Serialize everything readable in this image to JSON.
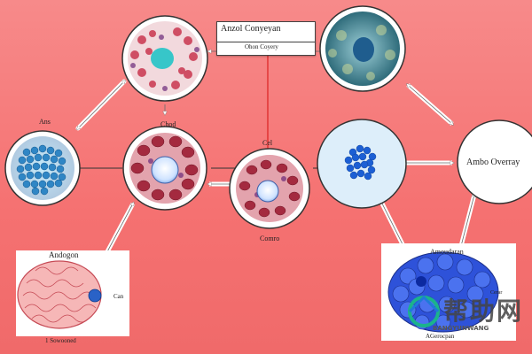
{
  "title": "Anzol Conyeyan",
  "subtitle": "Ohon Coyery",
  "labels": {
    "left": "Ans",
    "center_top": "Chod",
    "middle_top": "Cel",
    "middle_bottom": "Comro",
    "right": "Ambo Overray",
    "bottom_left_title": "Andogon",
    "bottom_left_side": "Can",
    "bottom_left_bottom": "1 Sowooned",
    "bottom_right_title": "Amoudaran",
    "bottom_right_side": "Cerar",
    "bottom_right_bottom": "AGerocpan"
  },
  "watermark": {
    "cn": "帮助网",
    "en": "BANGYUNWANG"
  },
  "colors": {
    "background": "#f47a7a",
    "cell_blue": "#2f86c5",
    "cell_red": "#c9364f",
    "nucleus": "#e7efff",
    "arrow": "#ffffff"
  }
}
